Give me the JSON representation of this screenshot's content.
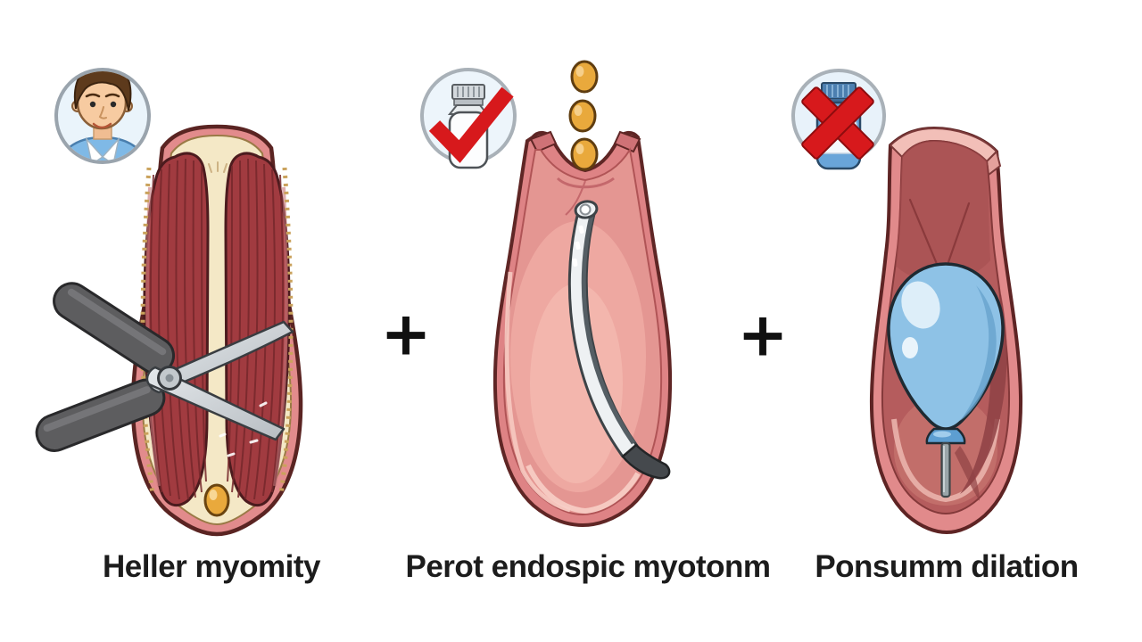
{
  "background_color": "#ffffff",
  "separators": {
    "left_plus": "+",
    "right_plus": "+"
  },
  "panels": [
    {
      "id": "surgical-myotomy",
      "label": "Heller myomity",
      "badge_icon": "patient-avatar-icon",
      "illustration": "esophagus-cross-section-with-scissors"
    },
    {
      "id": "endoscopic-myotomy",
      "label": "Perot endospic myotonm",
      "badge_icon": "vial-check-icon",
      "pill_count": 3,
      "illustration": "esophagus-with-endoscopic-knife"
    },
    {
      "id": "pneumatic-dilation",
      "label": "Ponsumm dilation",
      "badge_icon": "vial-cross-icon",
      "illustration": "esophagus-with-dilation-balloon"
    }
  ],
  "colors": {
    "esophagus_wall": "#e28b8c",
    "esophagus_outline": "#5a2422",
    "inner_mucosa_cream": "#f4e8c6",
    "muscle_red": "#a13b40",
    "interior_salmon": "#e49692",
    "interior_rose_dark": "#b55c5d",
    "balloon_blue": "#8ec2e6",
    "pill_gold": "#e9a93c",
    "marker_red": "#d7191c",
    "scissors_handle_gray": "#5d5d5f",
    "blade_silver": "#ced3d7",
    "tool_band_white": "#eef1f3",
    "text_dark": "#1c1c1c",
    "avatar_sweater_blue": "#7fb9e6"
  }
}
